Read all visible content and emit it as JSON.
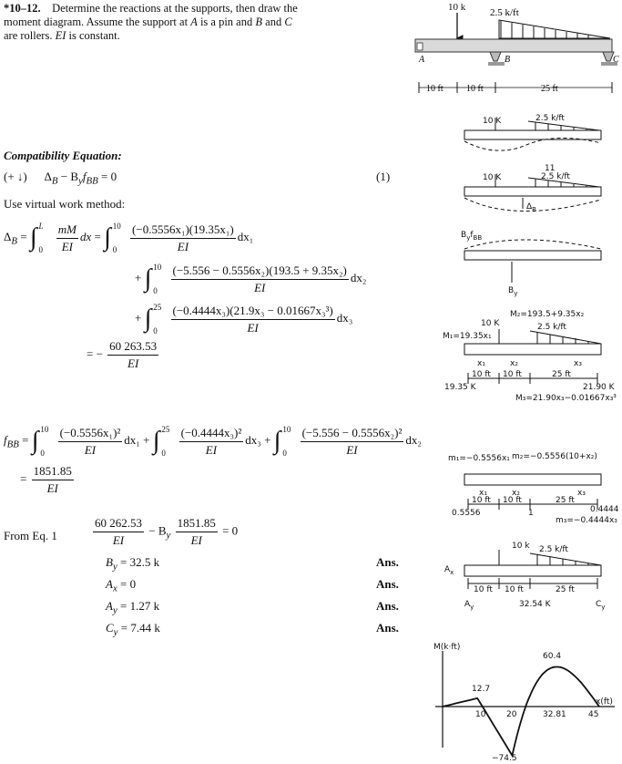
{
  "problem": {
    "number": "*10–12.",
    "text1": "Determine the reactions at the supports, then draw the moment diagram. Assume the support at ",
    "a": "A",
    "text2": " is a pin and ",
    "b": "B",
    "text3": " and ",
    "c": "C",
    "text4": " are rollers. ",
    "ei": "EI",
    "text5": " is constant."
  },
  "figure": {
    "load": "10 k",
    "dist": "2.5 k/ft",
    "label_a": "A",
    "label_b": "B",
    "label_c": "C",
    "dim1": "10 ft",
    "dim2": "10 ft",
    "dim3": "25 ft"
  },
  "solution": {
    "heading": "Compatibility Equation:",
    "sign": "(+ ↓)",
    "compat": "Δ",
    "compat_sub": "B",
    "compat_rest": " − B",
    "compat_sub2": "y",
    "compat_f": "f",
    "compat_sub3": "BB",
    "compat_eq": " = 0",
    "eqnum": "(1)",
    "vw": "Use virtual work method:",
    "delta_lhs": "Δ",
    "delta_lhs_sub": "B",
    "eq": " = ",
    "int_L": "L",
    "int_0": "0",
    "mM": "mM",
    "EI": "EI",
    "dx": "dx",
    "lim10": "10",
    "lim25": "25",
    "t1_num": "(−0.5556x₁)(19.35x₁)",
    "dx1": "dx₁",
    "plus": "+",
    "t2_num": "(−5.556 − 0.5556x₂)(193.5 + 9.35x₂)",
    "dx2": "dx₂",
    "t3_num": "(−0.4444x₃)(21.9x₃ − 0.01667x₃³)",
    "dx3": "dx₃",
    "neg": "= −",
    "result_num": "60 263.53",
    "fbb_lhs": "f",
    "fbb_sub": "BB",
    "f1_num": "(−0.5556x₁)²",
    "f2_num": "(−0.4444x₃)²",
    "f3_num": "(−5.556 − 0.5556x₂)²",
    "fbb_res_eq": "=",
    "fbb_result": "1851.85",
    "from_eq": "From Eq. 1",
    "e1_num": "60 262.53",
    "minus_b": " − B",
    "minus_b_sub": "y",
    "e2_num": "1851.85",
    "eq_zero": " = 0",
    "by": "B",
    "by_sub": "y",
    "by_val": " = 32.5 k",
    "ax": "A",
    "ax_sub": "x",
    "ax_val": " = 0",
    "ay": "A",
    "ay_sub": "y",
    "ay_val": " = 1.27 k",
    "cy": "C",
    "cy_sub": "y",
    "cy_val": " = 7.44 k",
    "ans": "Ans."
  },
  "sketches": {
    "s1_load": "10 K",
    "s1_dist": "2.5 k/ft",
    "s2_load": "10 K",
    "s2_dist": "2.5 k/ft",
    "s2_11": "11",
    "s2_delta": "Δ",
    "s2_delta_sub": "B",
    "s3_byfbb": "B",
    "s3_byfbb_sub": "y",
    "s3_byfbb_f": "f",
    "s3_byfbb_sub2": "BB",
    "s3_by": "B",
    "s3_by_sub": "y",
    "s4_m2": "M₂=193.5+9.35x₂",
    "s4_10k": "10 K",
    "s4_dist": "2.5 k/ft",
    "s4_m1": "M₁=19.35x₁",
    "s4_x1": "x₁",
    "s4_x2": "x₂",
    "s4_x3": "x₃",
    "s4_10ft_a": "10 ft",
    "s4_10ft_b": "10 ft",
    "s4_25ft": "25 ft",
    "s4_1935": "19.35 K",
    "s4_2190": "21.90 K",
    "s4_m3": "M₃=21.90x₃−0.01667x₃³",
    "s5_m1": "m₁=−0.5556x₁",
    "s5_m2": "m₂=−0.5556(10+x₂)",
    "s5_x1": "x₁",
    "s5_x2": "x₂",
    "s5_x3": "x₃",
    "s5_10ft_a": "10 ft",
    "s5_10ft_b": "10 ft",
    "s5_1": "1",
    "s5_25ft": "25 ft",
    "s5_05556": "0.5556",
    "s5_04444": "0.4444",
    "s5_m3": "m₃=−0.4444x₃",
    "s6_10k": "10 k",
    "s6_dist": "2.5 k/ft",
    "s6_ax": "A",
    "s6_ax_sub": "x",
    "s6_10ft_a": "10 ft",
    "s6_10ft_b": "10 ft",
    "s6_25ft": "25 ft",
    "s6_ay": "A",
    "s6_ay_sub": "y",
    "s6_3254": "32.54 K",
    "s6_cy": "C",
    "s6_cy_sub": "y"
  },
  "moment_diagram": {
    "ylabel": "M(k·ft)",
    "xlabel": "x(ft)",
    "peak_pos": "60.4",
    "local": "12.7",
    "min": "−74.5",
    "t10": "10",
    "t20": "20",
    "t3281": "32.81",
    "t45": "45"
  }
}
